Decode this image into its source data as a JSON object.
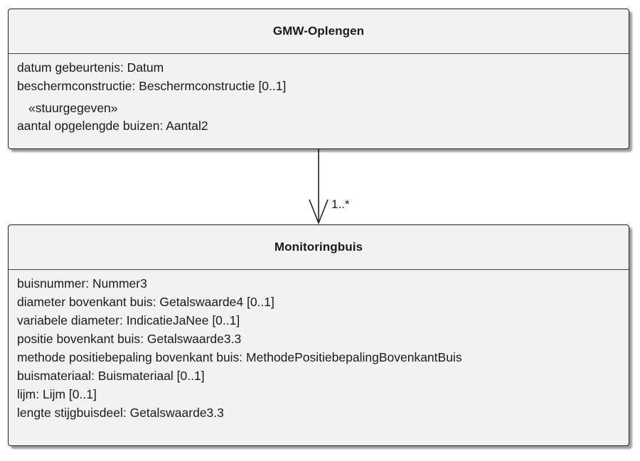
{
  "classes": {
    "gmw_oplengen": {
      "name": "GMW-Oplengen",
      "attributes": [
        "datum gebeurtenis: Datum",
        "beschermconstructie: Beschermconstructie [0..1]"
      ],
      "stereotype": "«stuurgegeven»",
      "stereotype_attributes": [
        "aantal opgelengde buizen: Aantal2"
      ]
    },
    "monitoringbuis": {
      "name": "Monitoringbuis",
      "attributes": [
        "buisnummer: Nummer3",
        "diameter bovenkant buis: Getalswaarde4 [0..1]",
        "variabele diameter: IndicatieJaNee [0..1]",
        "positie bovenkant buis: Getalswaarde3.3",
        "methode positiebepaling bovenkant buis: MethodePositiebepalingBovenkantBuis",
        "buismateriaal: Buismateriaal [0..1]",
        "lijm: Lijm [0..1]",
        "lengte stijgbuisdeel: Getalswaarde3.3"
      ]
    }
  },
  "association": {
    "multiplicity": "1..*"
  }
}
